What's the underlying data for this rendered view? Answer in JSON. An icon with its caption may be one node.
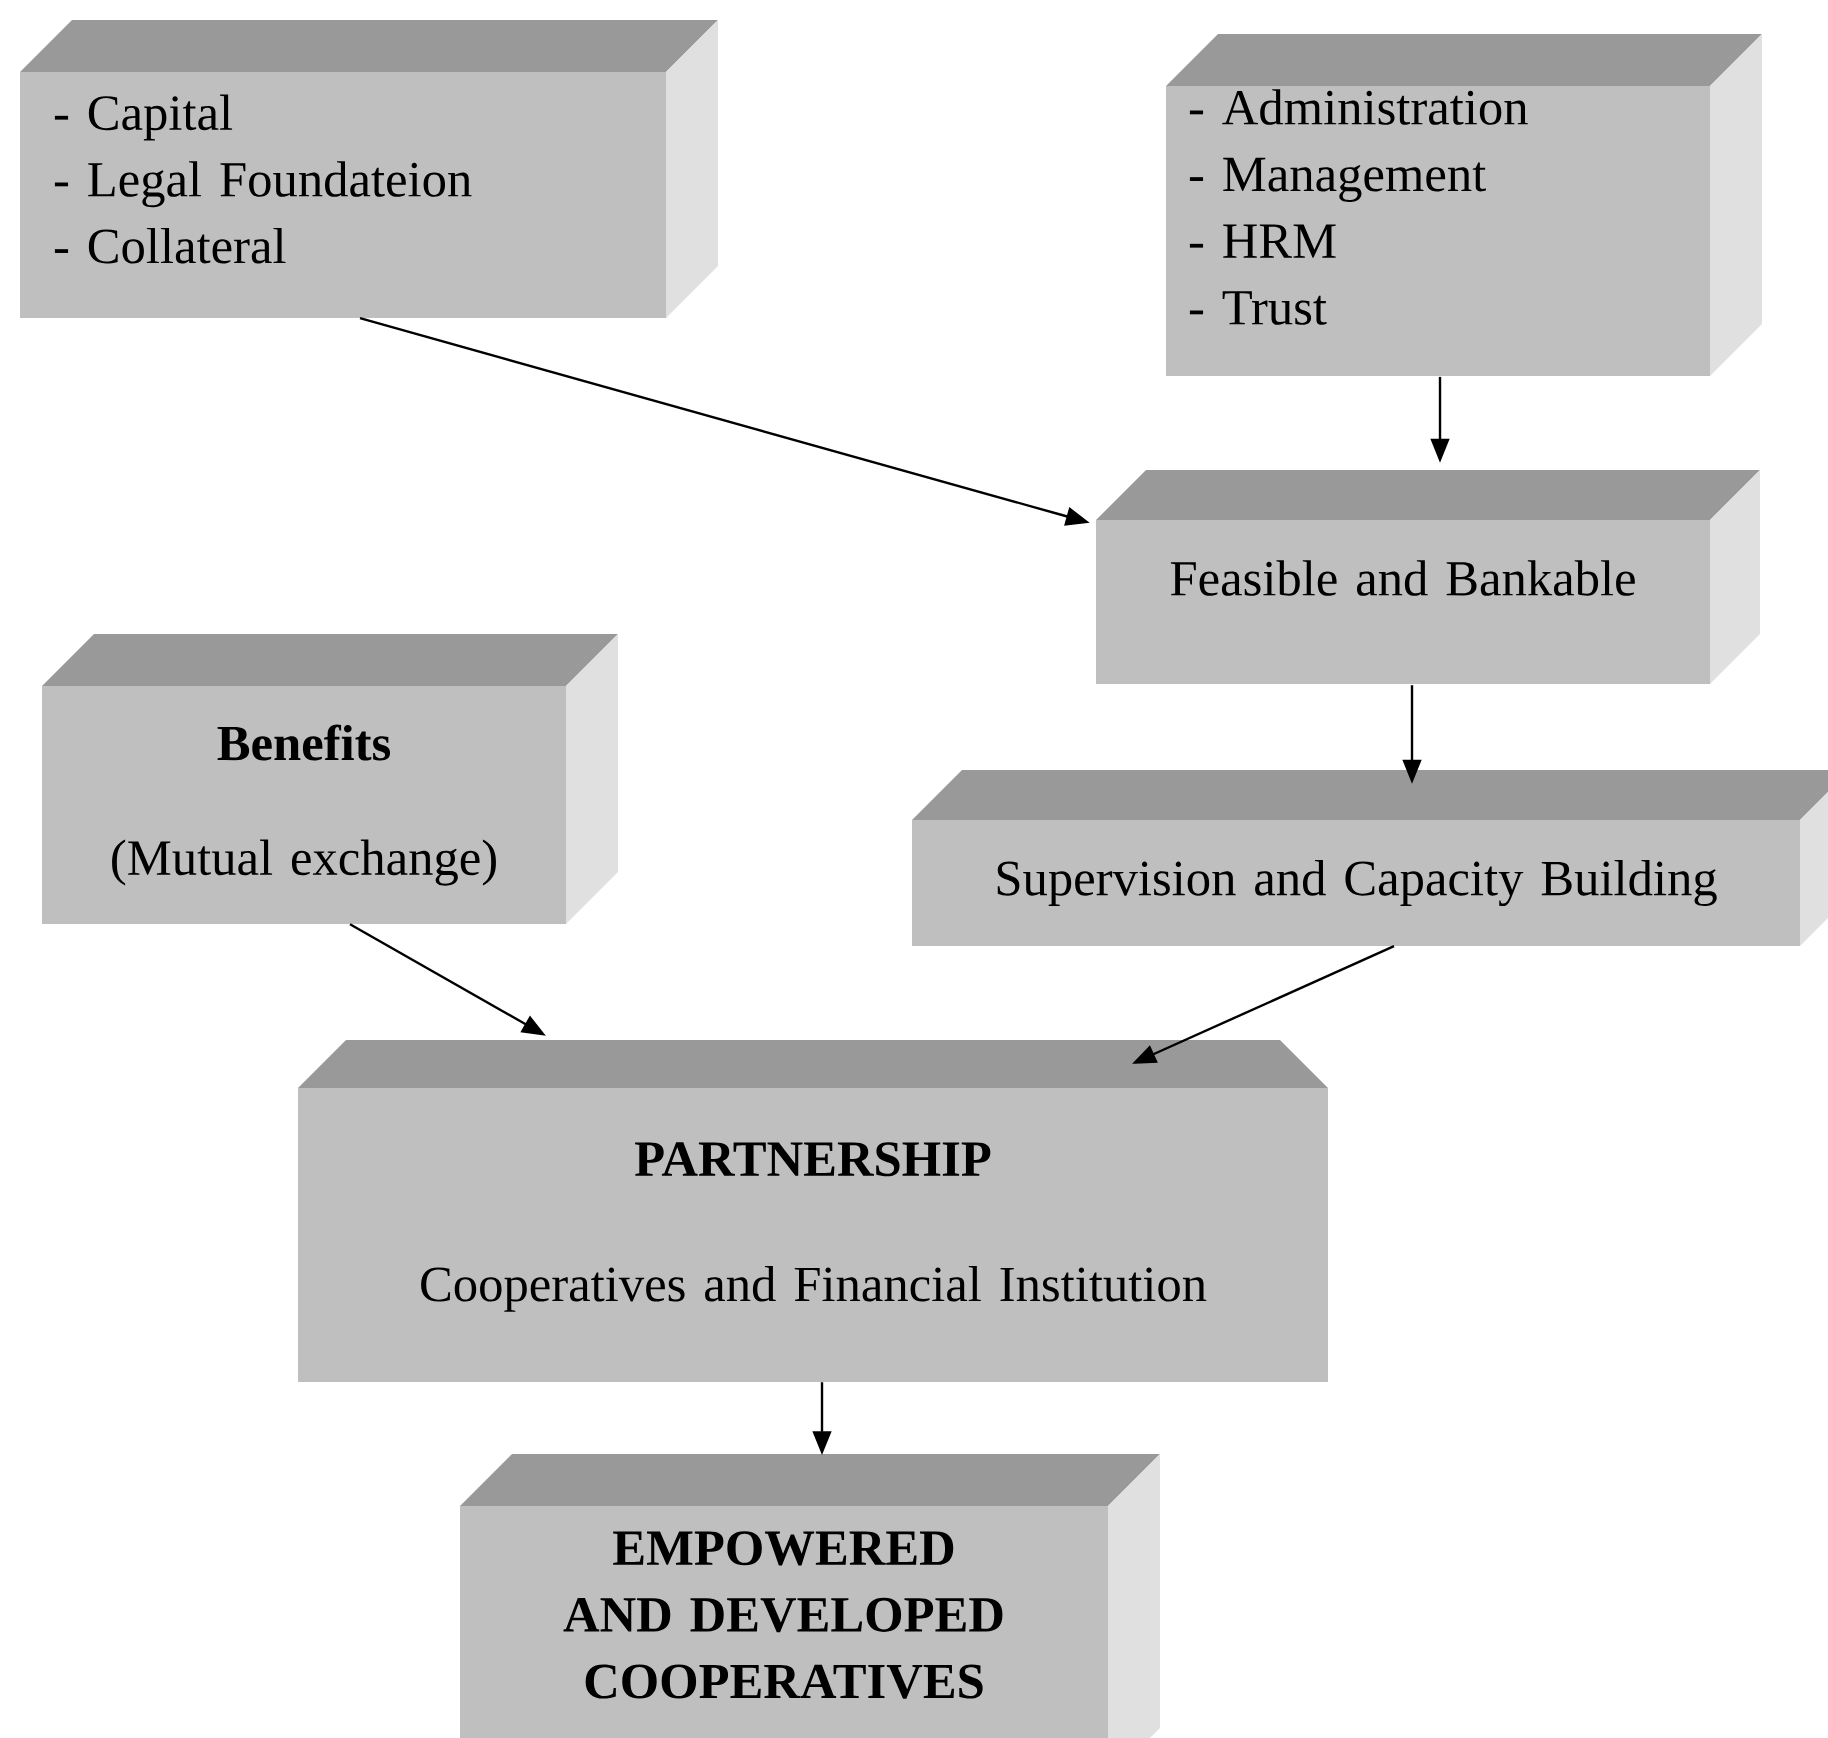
{
  "diagram": {
    "nodes": [
      {
        "text": [
          "- Capital",
          "- Legal Foundateion",
          "- Collateral"
        ]
      },
      {
        "text": [
          "- Administration",
          "- Management",
          "- HRM",
          "- Trust"
        ]
      },
      {
        "text": [
          "Feasible and Bankable"
        ]
      },
      {
        "text": [
          "Benefits",
          "(Mutual exchange)"
        ]
      },
      {
        "text": [
          "Supervision and Capacity Building"
        ]
      },
      {
        "text": [
          "PARTNERSHIP",
          "Cooperatives and Financial Institution"
        ]
      },
      {
        "text": [
          "EMPOWERED AND DEVELOPED COOPERATIVES"
        ]
      }
    ],
    "edges": [
      {
        "from": 0,
        "to": 2,
        "arrow": "to"
      },
      {
        "from": 1,
        "to": 2,
        "arrow": "to"
      },
      {
        "from": 2,
        "to": 4,
        "arrow": "to"
      },
      {
        "from": 3,
        "to": 5,
        "arrow": "to"
      },
      {
        "from": 4,
        "to": 5,
        "arrow": "to"
      },
      {
        "from": 5,
        "to": 6,
        "arrow": "to"
      }
    ]
  }
}
